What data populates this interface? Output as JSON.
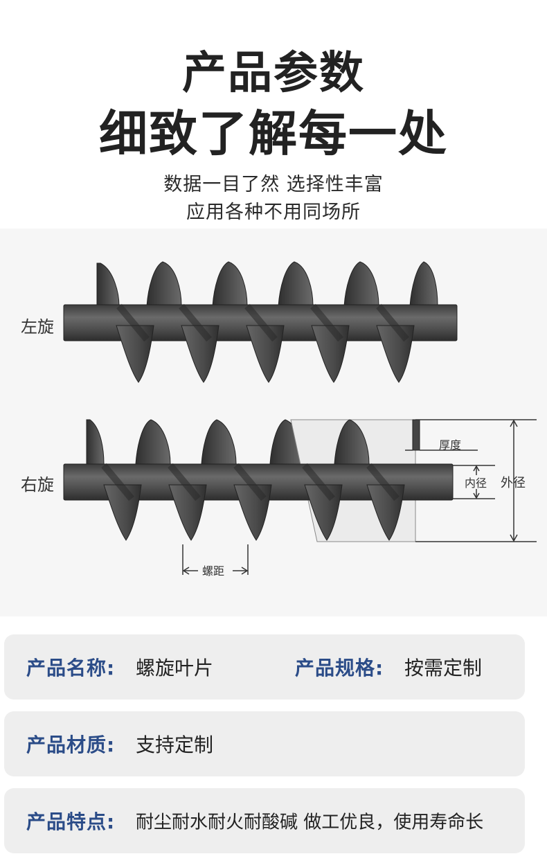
{
  "header": {
    "title_line1": "产品参数",
    "title_line2": "细致了解每一处",
    "subtitle_line1": "数据一目了然 选择性丰富",
    "subtitle_line2": "应用各种不用同场所"
  },
  "diagram": {
    "left_label": "左旋",
    "right_label": "右旋",
    "thickness_label": "厚度",
    "inner_diameter_label": "内径",
    "outer_diameter_label": "外径",
    "pitch_label": "螺距"
  },
  "specs": {
    "name_label": "产品名称:",
    "name_value": "螺旋叶片",
    "spec_label": "产品规格:",
    "spec_value": "按需定制",
    "material_label": "产品材质:",
    "material_value": "支持定制",
    "feature_label": "产品特点:",
    "feature_value": "耐尘耐水耐火耐酸碱 做工优良，使用寿命长"
  },
  "colors": {
    "title_text": "#222222",
    "spec_label": "#2b4c88",
    "card_bg": "#eeeeee",
    "metal_dark": "#3a3a3a",
    "metal_mid": "#5a5a5a",
    "metal_light": "#777777"
  }
}
